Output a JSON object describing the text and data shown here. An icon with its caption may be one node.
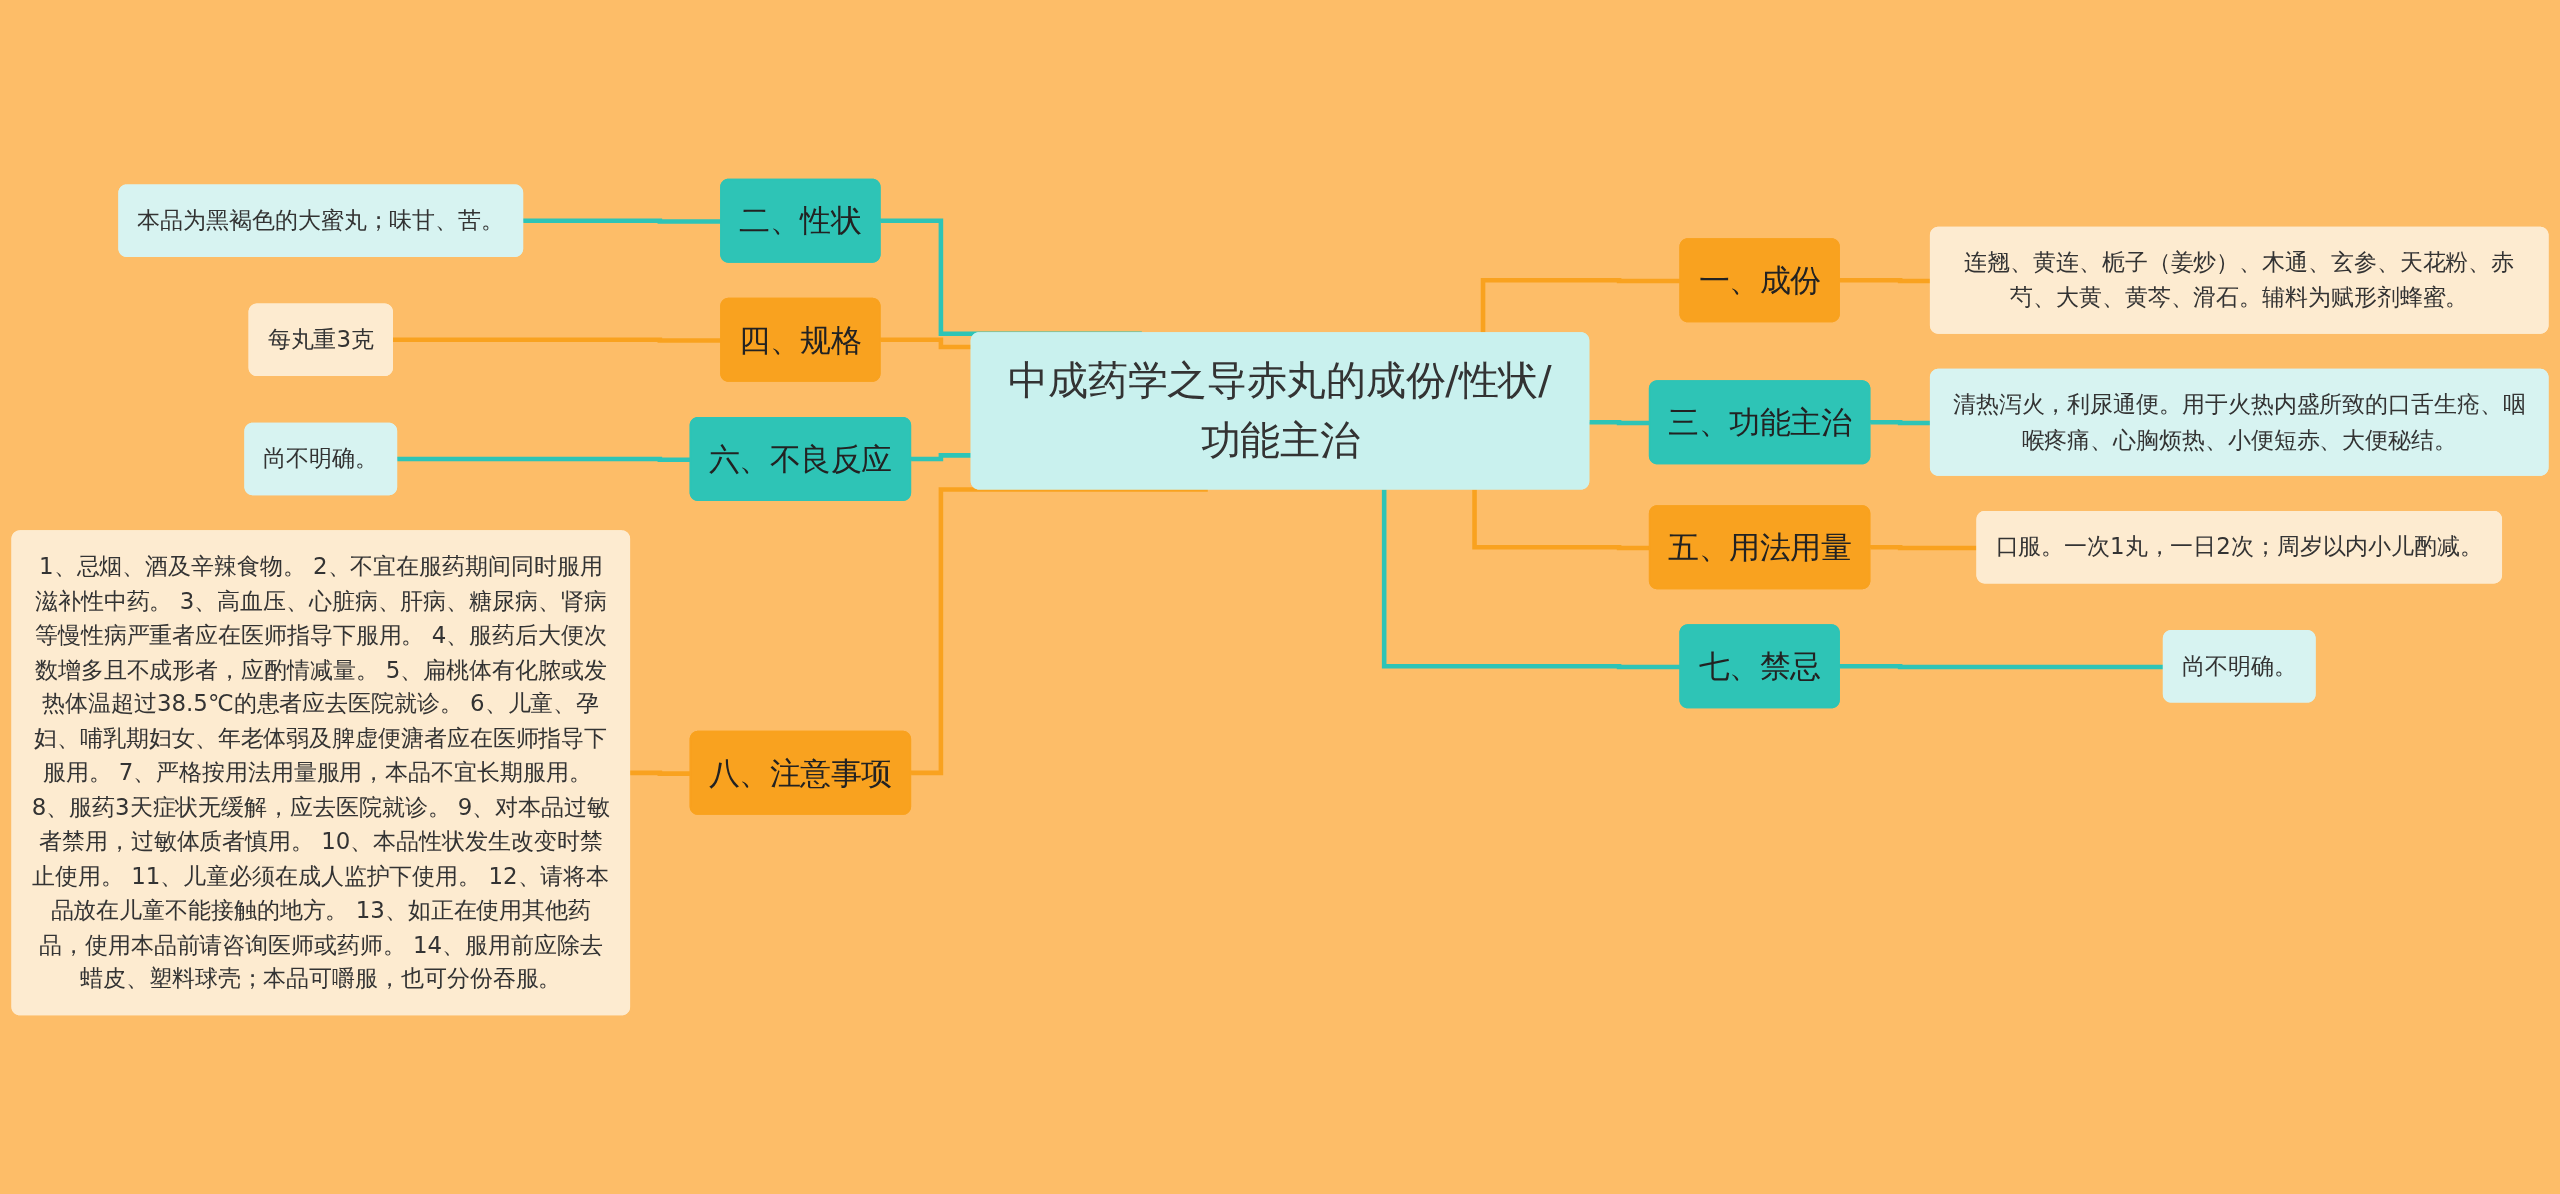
{
  "diagram": {
    "nodes": [
      {
        "text": [
          "中成药学之导赤丸的成份/性状/功能主治"
        ]
      },
      {
        "text": [
          "二、性状"
        ]
      },
      {
        "text": [
          "本品为黑褐色的大蜜丸；味甘、苦。"
        ]
      },
      {
        "text": [
          "四、规格"
        ]
      },
      {
        "text": [
          "每丸重3克"
        ]
      },
      {
        "text": [
          "六、不良反应"
        ]
      },
      {
        "text": [
          "尚不明确。"
        ]
      },
      {
        "text": [
          "八、注意事项"
        ]
      },
      {
        "text": [
          "1、忌烟、酒及辛辣食物。 2、不宜在服药期间同时服用滋补性中药。 3、高血压、心脏病、肝病、糖尿病、肾病等慢性病严重者应在医师指导下服用。 4、服药后大便次数增多且不成形者，应酌情减量。 5、扁桃体有化脓或发热体温超过38.5℃的患者应去医院就诊。 6、儿童、孕妇、哺乳期妇女、年老体弱及脾虚便溏者应在医师指导下服用。 7、严格按用法用量服用，本品不宜长期服用。 8、服药3天症状无缓解，应去医院就诊。 9、对本品过敏者禁用，过敏体质者慎用。 10、本品性状发生改变时禁止使用。 11、儿童必须在成人监护下使用。 12、请将本品放在儿童不能接触的地方。 13、如正在使用其他药品，使用本品前请咨询医师或药师。 14、服用前应除去蜡皮、塑料球壳；本品可嚼服，也可分份吞服。"
        ]
      },
      {
        "text": [
          "一、成份"
        ]
      },
      {
        "text": [
          "连翘、黄连、栀子（姜炒）、木通、玄参、天花粉、赤芍、大黄、黄芩、滑石。辅料为赋形剂蜂蜜。"
        ]
      },
      {
        "text": [
          "三、功能主治"
        ]
      },
      {
        "text": [
          "清热泻火，利尿通便。用于火热内盛所致的口舌生疮、咽喉疼痛、心胸烦热、小便短赤、大便秘结。"
        ]
      },
      {
        "text": [
          "五、用法用量"
        ]
      },
      {
        "text": [
          "口服。一次1丸，一日2次；周岁以内小儿酌减。"
        ]
      },
      {
        "text": [
          "七、禁忌"
        ]
      },
      {
        "text": [
          "尚不明确。"
        ]
      }
    ],
    "edges": [
      {
        "from": 2,
        "to": 1,
        "arrow": "none",
        "color": "#2ec4b6"
      },
      {
        "from": 1,
        "to": 0,
        "arrow": "none",
        "color": "#2ec4b6"
      },
      {
        "from": 4,
        "to": 3,
        "arrow": "none",
        "color": "#f9a21f"
      },
      {
        "from": 3,
        "to": 0,
        "arrow": "none",
        "color": "#f9a21f"
      },
      {
        "from": 6,
        "to": 5,
        "arrow": "none",
        "color": "#2ec4b6"
      },
      {
        "from": 5,
        "to": 0,
        "arrow": "none",
        "color": "#2ec4b6"
      },
      {
        "from": 8,
        "to": 7,
        "arrow": "none",
        "color": "#f9a21f"
      },
      {
        "from": 7,
        "to": 0,
        "arrow": "none",
        "color": "#f9a21f"
      },
      {
        "from": 0,
        "to": 9,
        "arrow": "none",
        "color": "#f9a21f"
      },
      {
        "from": 9,
        "to": 10,
        "arrow": "none",
        "color": "#f9a21f"
      },
      {
        "from": 0,
        "to": 11,
        "arrow": "none",
        "color": "#2ec4b6"
      },
      {
        "from": 11,
        "to": 12,
        "arrow": "none",
        "color": "#2ec4b6"
      },
      {
        "from": 0,
        "to": 13,
        "arrow": "none",
        "color": "#f9a21f"
      },
      {
        "from": 13,
        "to": 14,
        "arrow": "none",
        "color": "#f9a21f"
      },
      {
        "from": 0,
        "to": 15,
        "arrow": "none",
        "color": "#2ec4b6"
      },
      {
        "from": 15,
        "to": 16,
        "arrow": "none",
        "color": "#2ec4b6"
      }
    ]
  }
}
